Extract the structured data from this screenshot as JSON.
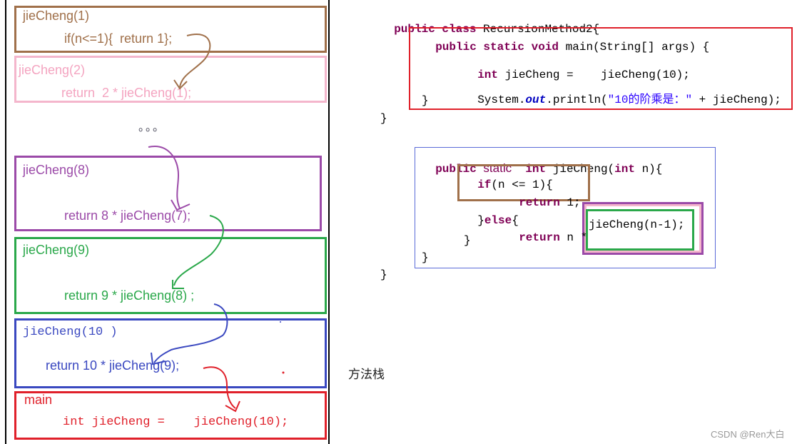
{
  "stack": {
    "frames": [
      {
        "header": "jieCheng(1)",
        "body": "if(n<=1){  return 1};"
      },
      {
        "header": "jieCheng(2)",
        "body": "return  2 * jieCheng(1);"
      },
      {
        "header": "jieCheng(8)",
        "body": "return 8 * jieCheng(7);"
      },
      {
        "header": "jieCheng(9)",
        "body": "return 9 * jieCheng(8) ;"
      },
      {
        "header": "jieCheng(10 )",
        "body": "return 10 * jieCheng(9);"
      },
      {
        "header": "main",
        "body": "int jieCheng =    jieCheng(10);"
      }
    ],
    "ellipsis": "。。。",
    "caption": "方法栈"
  },
  "code": {
    "class_decl_kw": "public class",
    "class_name": "RecursionMethod2{",
    "main_sig_kw": "public static void",
    "main_sig_rest": "main(String[] args) {",
    "line_int_kw": "int",
    "line_int_rest": "jieCheng =    jieCheng(10);",
    "line_print_pre": "System.",
    "line_print_out": "out",
    "line_print_mid": ".println(",
    "line_print_str": "\"10的阶乘是：\"",
    "line_print_end": " + jieCheng);",
    "main_close": "}",
    "class_close": "}",
    "method_public": "public",
    "method_static": "static",
    "method_int": "int",
    "method_name": "jieCheng(",
    "method_int2": "int",
    "method_param": "n){",
    "if_kw": "if",
    "if_cond": "(n <= 1){",
    "return_kw": "return",
    "return_one": "1;",
    "else_pre": "}",
    "else_kw": "else",
    "else_post": "{",
    "return_kw2": "return",
    "return_expr": "n * ",
    "recursive_call": "jieCheng(n-1);",
    "inner_close": "}",
    "method_close": "}",
    "outer_close": "}"
  },
  "watermark": "CSDN @Ren大白",
  "colors": {
    "brown": "#a0704a",
    "pink": "#f4b6cc",
    "purple": "#9b4aa8",
    "green": "#2aa84a",
    "blue": "#3a48c0",
    "red": "#e0202a",
    "lightblue": "#5a6ad8"
  }
}
